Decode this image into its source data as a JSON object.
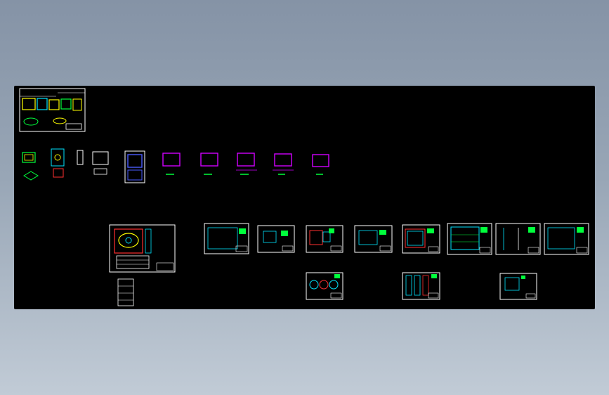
{
  "viewer": {
    "background_top": "#8593a6",
    "background_bottom": "#c1cbd6",
    "canvas_background": "#000000"
  },
  "colors": {
    "frame": "#ffffff",
    "cyan": "#00e5ff",
    "green": "#00ff3c",
    "yellow": "#ffff00",
    "magenta": "#d000ff",
    "blue": "#4a5cff",
    "red": "#ff3030"
  },
  "drawing_groups": [
    {
      "id": "product-part-sheet",
      "kind": "titled sheet with part views"
    },
    {
      "id": "part-views-row",
      "kind": "loose part views"
    },
    {
      "id": "assembly-sheet",
      "kind": "assembly drawing with bill of materials"
    },
    {
      "id": "plate-sheets",
      "kind": "detail drawing sheets",
      "count": 11
    }
  ]
}
